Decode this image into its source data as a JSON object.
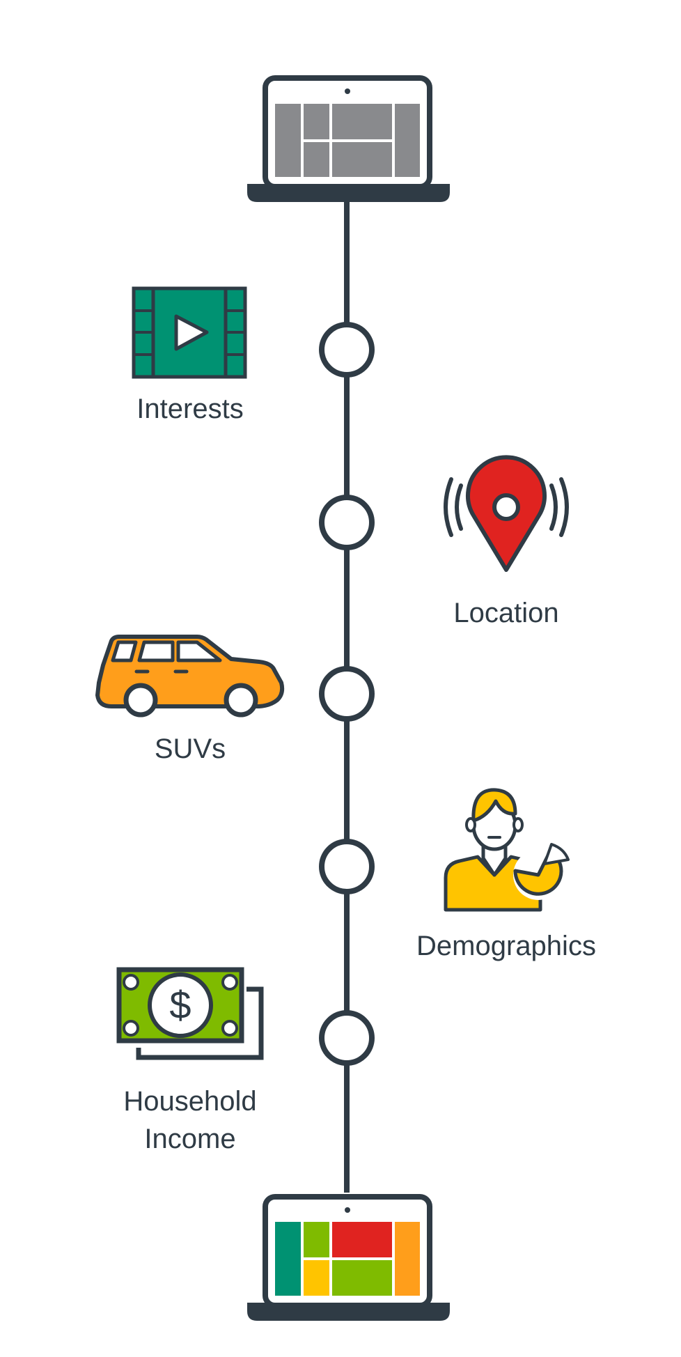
{
  "colors": {
    "outline": "#2f3b45",
    "green": "#009272",
    "lime": "#7fbb00",
    "red": "#e02320",
    "orange": "#ff9e1b",
    "yellow": "#ffc400",
    "gray": "#898a8d",
    "white": "#ffffff"
  },
  "top_device": {
    "icon": "laptop-gray-layout-icon"
  },
  "bottom_device": {
    "icon": "laptop-colored-layout-icon"
  },
  "nodes": [
    {
      "label_lines": [
        "Interests"
      ],
      "icon": "video-play-icon",
      "side": "left"
    },
    {
      "label_lines": [
        "Location"
      ],
      "icon": "location-pin-icon",
      "side": "right"
    },
    {
      "label_lines": [
        "SUVs"
      ],
      "icon": "suv-car-icon",
      "side": "left"
    },
    {
      "label_lines": [
        "Demographics"
      ],
      "icon": "person-pie-chart-icon",
      "side": "right"
    },
    {
      "label_lines": [
        "Household",
        "Income"
      ],
      "icon": "dollar-bill-icon",
      "side": "left"
    }
  ]
}
